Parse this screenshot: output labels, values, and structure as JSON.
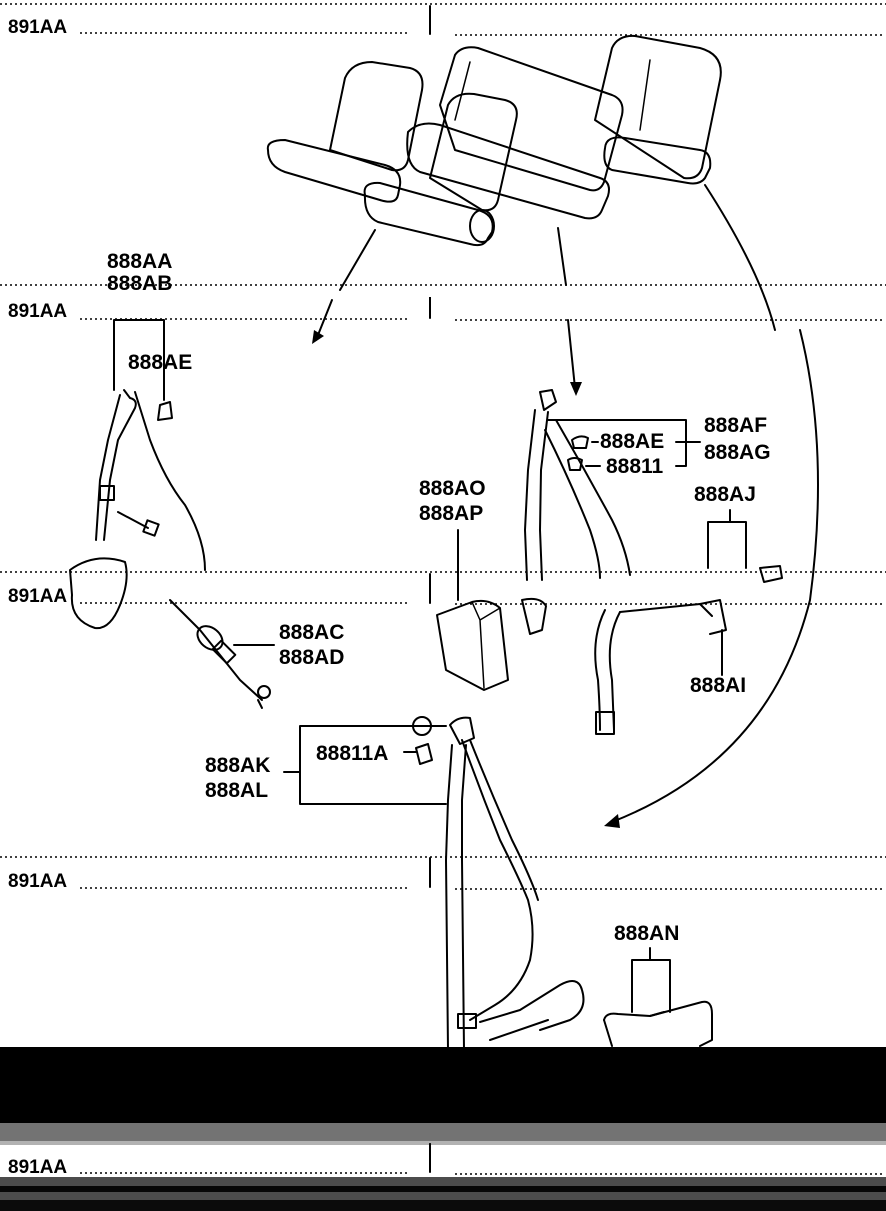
{
  "sheet": {
    "header_label": "891AA",
    "banding_color": "#000000",
    "background_color": "#ffffff"
  },
  "parts": {
    "p888AA": "888AA",
    "p888AB": "888AB",
    "p888AE": "888AE",
    "p888AC": "888AC",
    "p888AD": "888AD",
    "p888AO": "888AO",
    "p888AP": "888AP",
    "p888AF": "888AF",
    "p888AG": "888AG",
    "p88811": "88811",
    "p888AJ": "888AJ",
    "p888AI": "888AI",
    "p888AK": "888AK",
    "p888AL": "888AL",
    "p88811A": "88811A",
    "p888AN": "888AN"
  }
}
